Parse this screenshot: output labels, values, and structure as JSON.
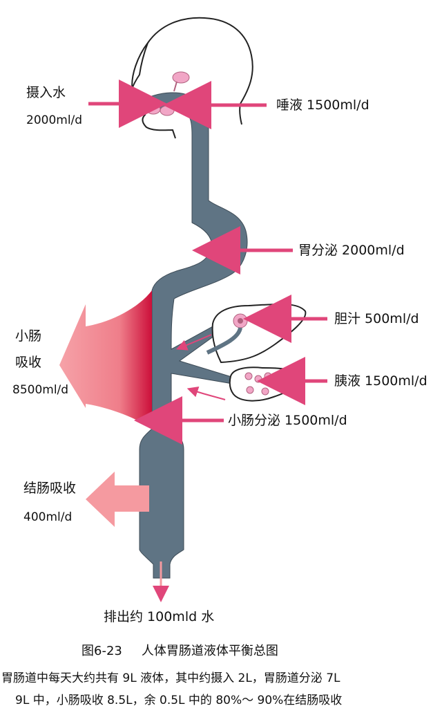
{
  "labels": {
    "intake_title": "摄入水",
    "intake_value": "2000ml/d",
    "saliva": "唾液 1500ml/d",
    "gastric": "胃分泌 2000ml/d",
    "bile": "胆汁 500ml/d",
    "pancreatic": "胰液 1500ml/d",
    "small_intestine_secretion": "小肠分泌 1500ml/d",
    "small_intestine_absorb_1": "小肠",
    "small_intestine_absorb_2": "吸收",
    "small_intestine_absorb_value": "8500ml/d",
    "colon_absorb": "结肠吸收",
    "colon_absorb_value": "400ml/d",
    "excretion": "排出约 100mld 水"
  },
  "caption": {
    "figure_number": "图6-23",
    "title": "人体胃肠道液体平衡总图"
  },
  "description": {
    "line1": "胃肠道中每天大约共有 9L 液体，其中约摄入 2L，胃肠道分泌 7L",
    "line2": "9L 中，小肠吸收 8.5L，余 0.5L 中的 80%～ 90%在结肠吸收"
  },
  "colors": {
    "tract": "#5f7484",
    "arrow": "#e0467a",
    "absorb": "#f59aa0",
    "absorb_dark": "#d0143e",
    "gland": "#f1a6c6",
    "outline": "#222222"
  }
}
